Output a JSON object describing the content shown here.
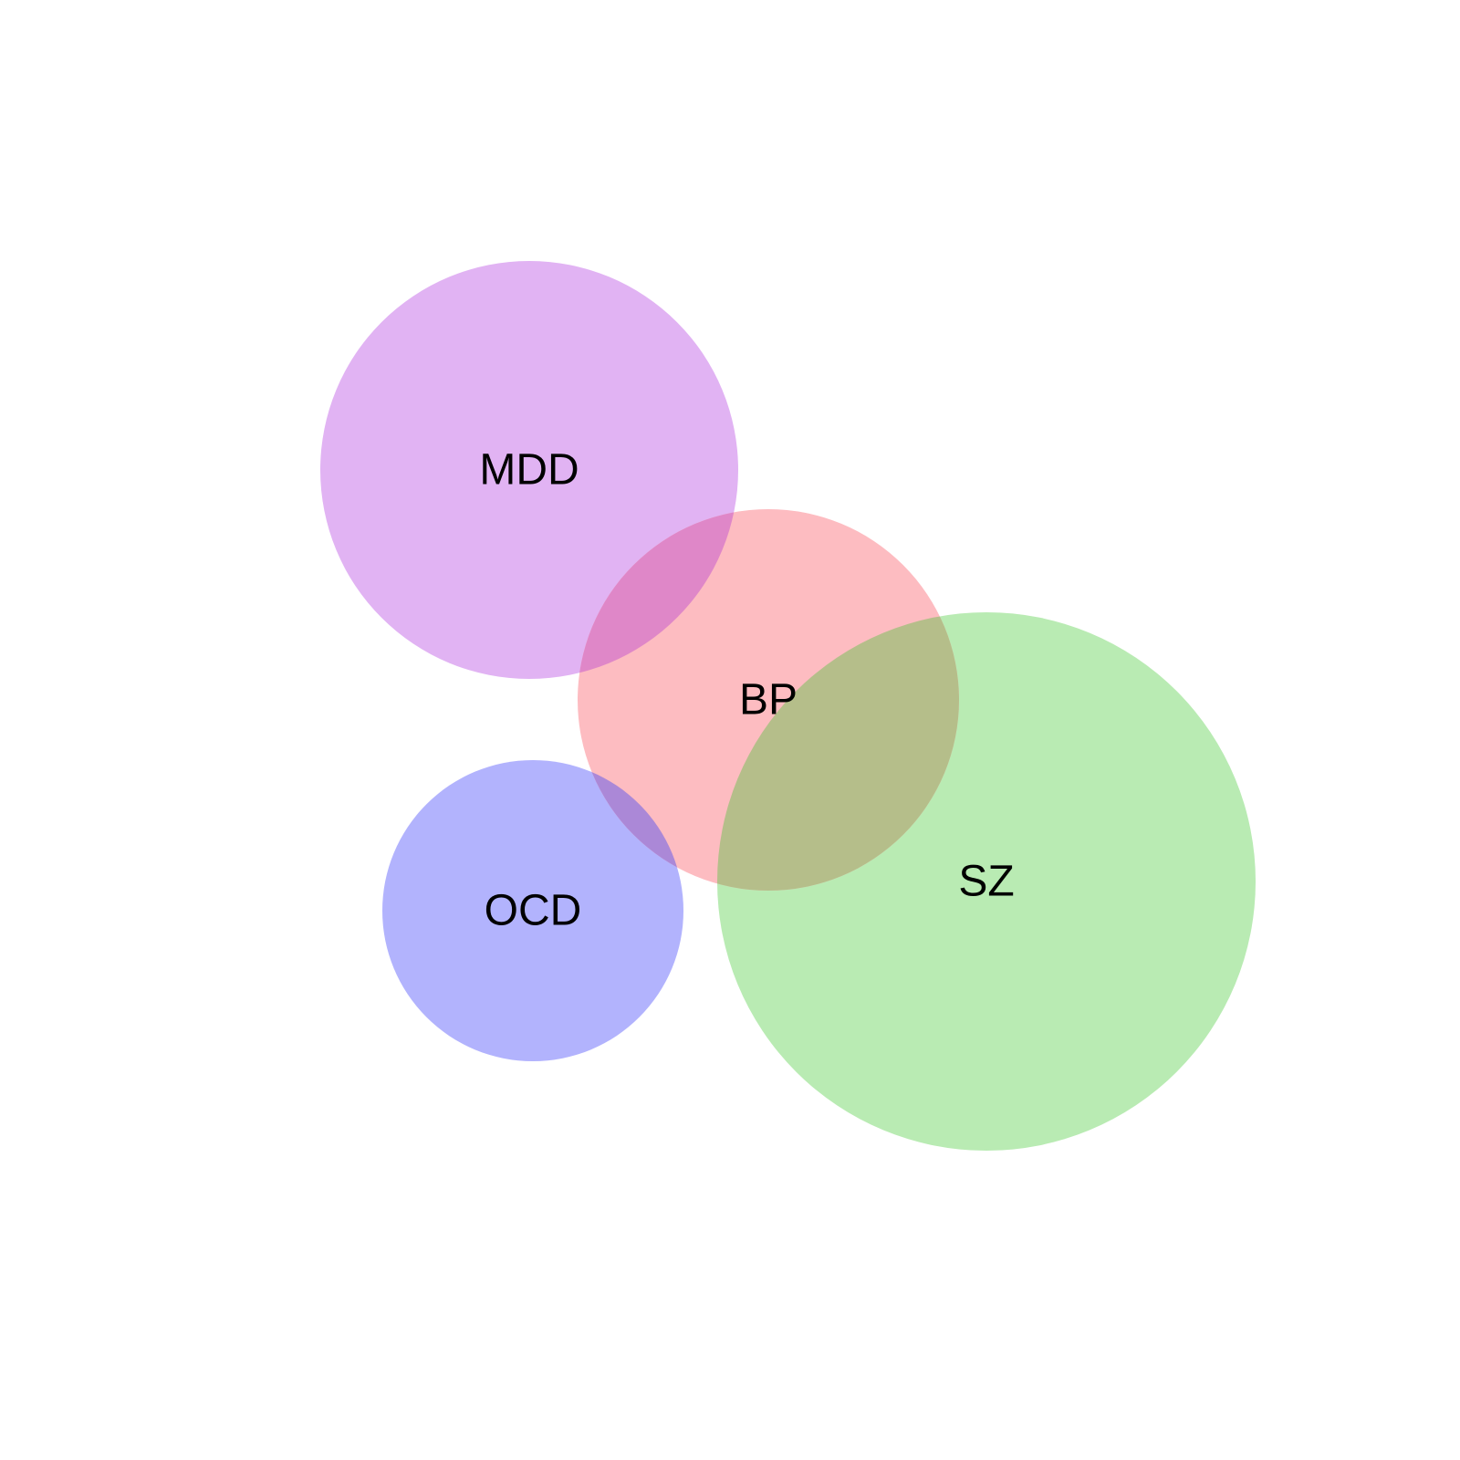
{
  "diagram": {
    "type": "euler",
    "sets": [
      {
        "id": "mdd",
        "label": "MDD",
        "color": "#e1b3f3"
      },
      {
        "id": "bp",
        "label": "BP",
        "color": "#fdbcc1"
      },
      {
        "id": "ocd",
        "label": "OCD",
        "color": "#b2b3fd"
      },
      {
        "id": "sz",
        "label": "SZ",
        "color": "#b9ebb3"
      }
    ],
    "overlap_colors": {
      "mdd_bp": "#df87c8",
      "bp_sz": "#b5be8a",
      "ocd_bp": "#ab88d7"
    }
  }
}
